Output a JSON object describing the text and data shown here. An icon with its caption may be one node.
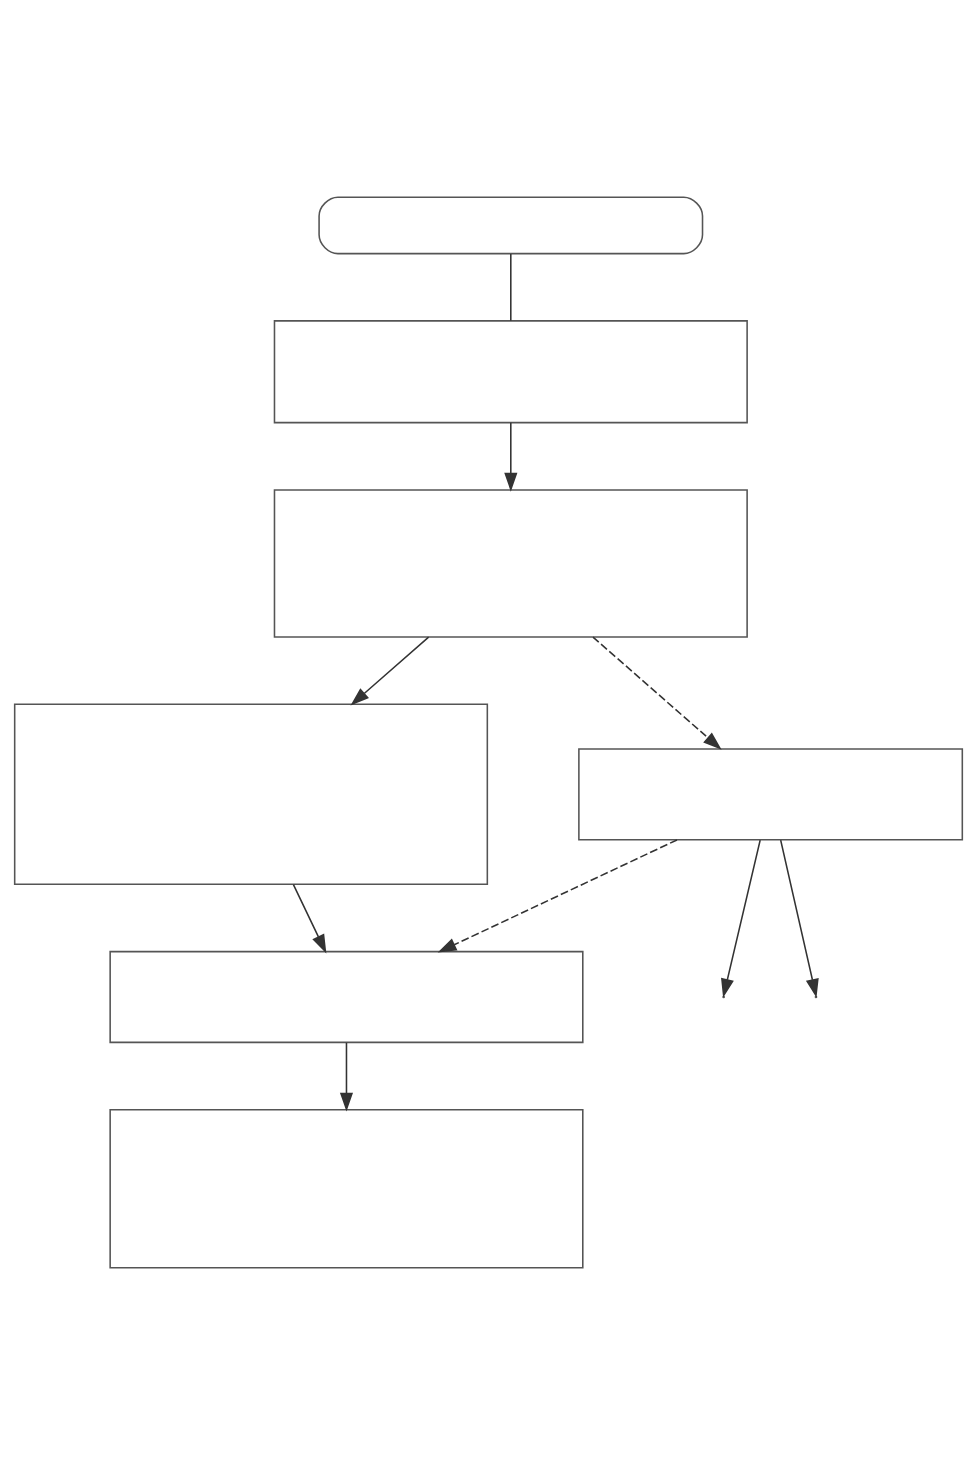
{
  "diagram": {
    "nodes": [
      {
        "text": [],
        "shape": "box"
      },
      {
        "text": [],
        "shape": "box"
      },
      {
        "text": [],
        "shape": "box"
      },
      {
        "text": [],
        "shape": "box"
      },
      {
        "text": [],
        "shape": "box"
      },
      {
        "text": [],
        "shape": "box"
      },
      {
        "text": [],
        "shape": "box"
      }
    ],
    "edges": [
      {
        "from": 0,
        "to": 1,
        "arrow": "none"
      },
      {
        "from": 1,
        "to": 2,
        "arrow": "to"
      },
      {
        "from": 2,
        "to": 3,
        "arrow": "to"
      },
      {
        "from": 2,
        "to": 4,
        "arrow": "to",
        "style": "dashed"
      },
      {
        "from": 3,
        "to": 5,
        "arrow": "to"
      },
      {
        "from": 4,
        "to": 5,
        "arrow": "to",
        "style": "dashed"
      },
      {
        "from": 5,
        "to": 6,
        "arrow": "to"
      },
      {
        "from": 4,
        "to": null,
        "arrow": "to"
      },
      {
        "from": 4,
        "to": null,
        "arrow": "to"
      }
    ]
  }
}
